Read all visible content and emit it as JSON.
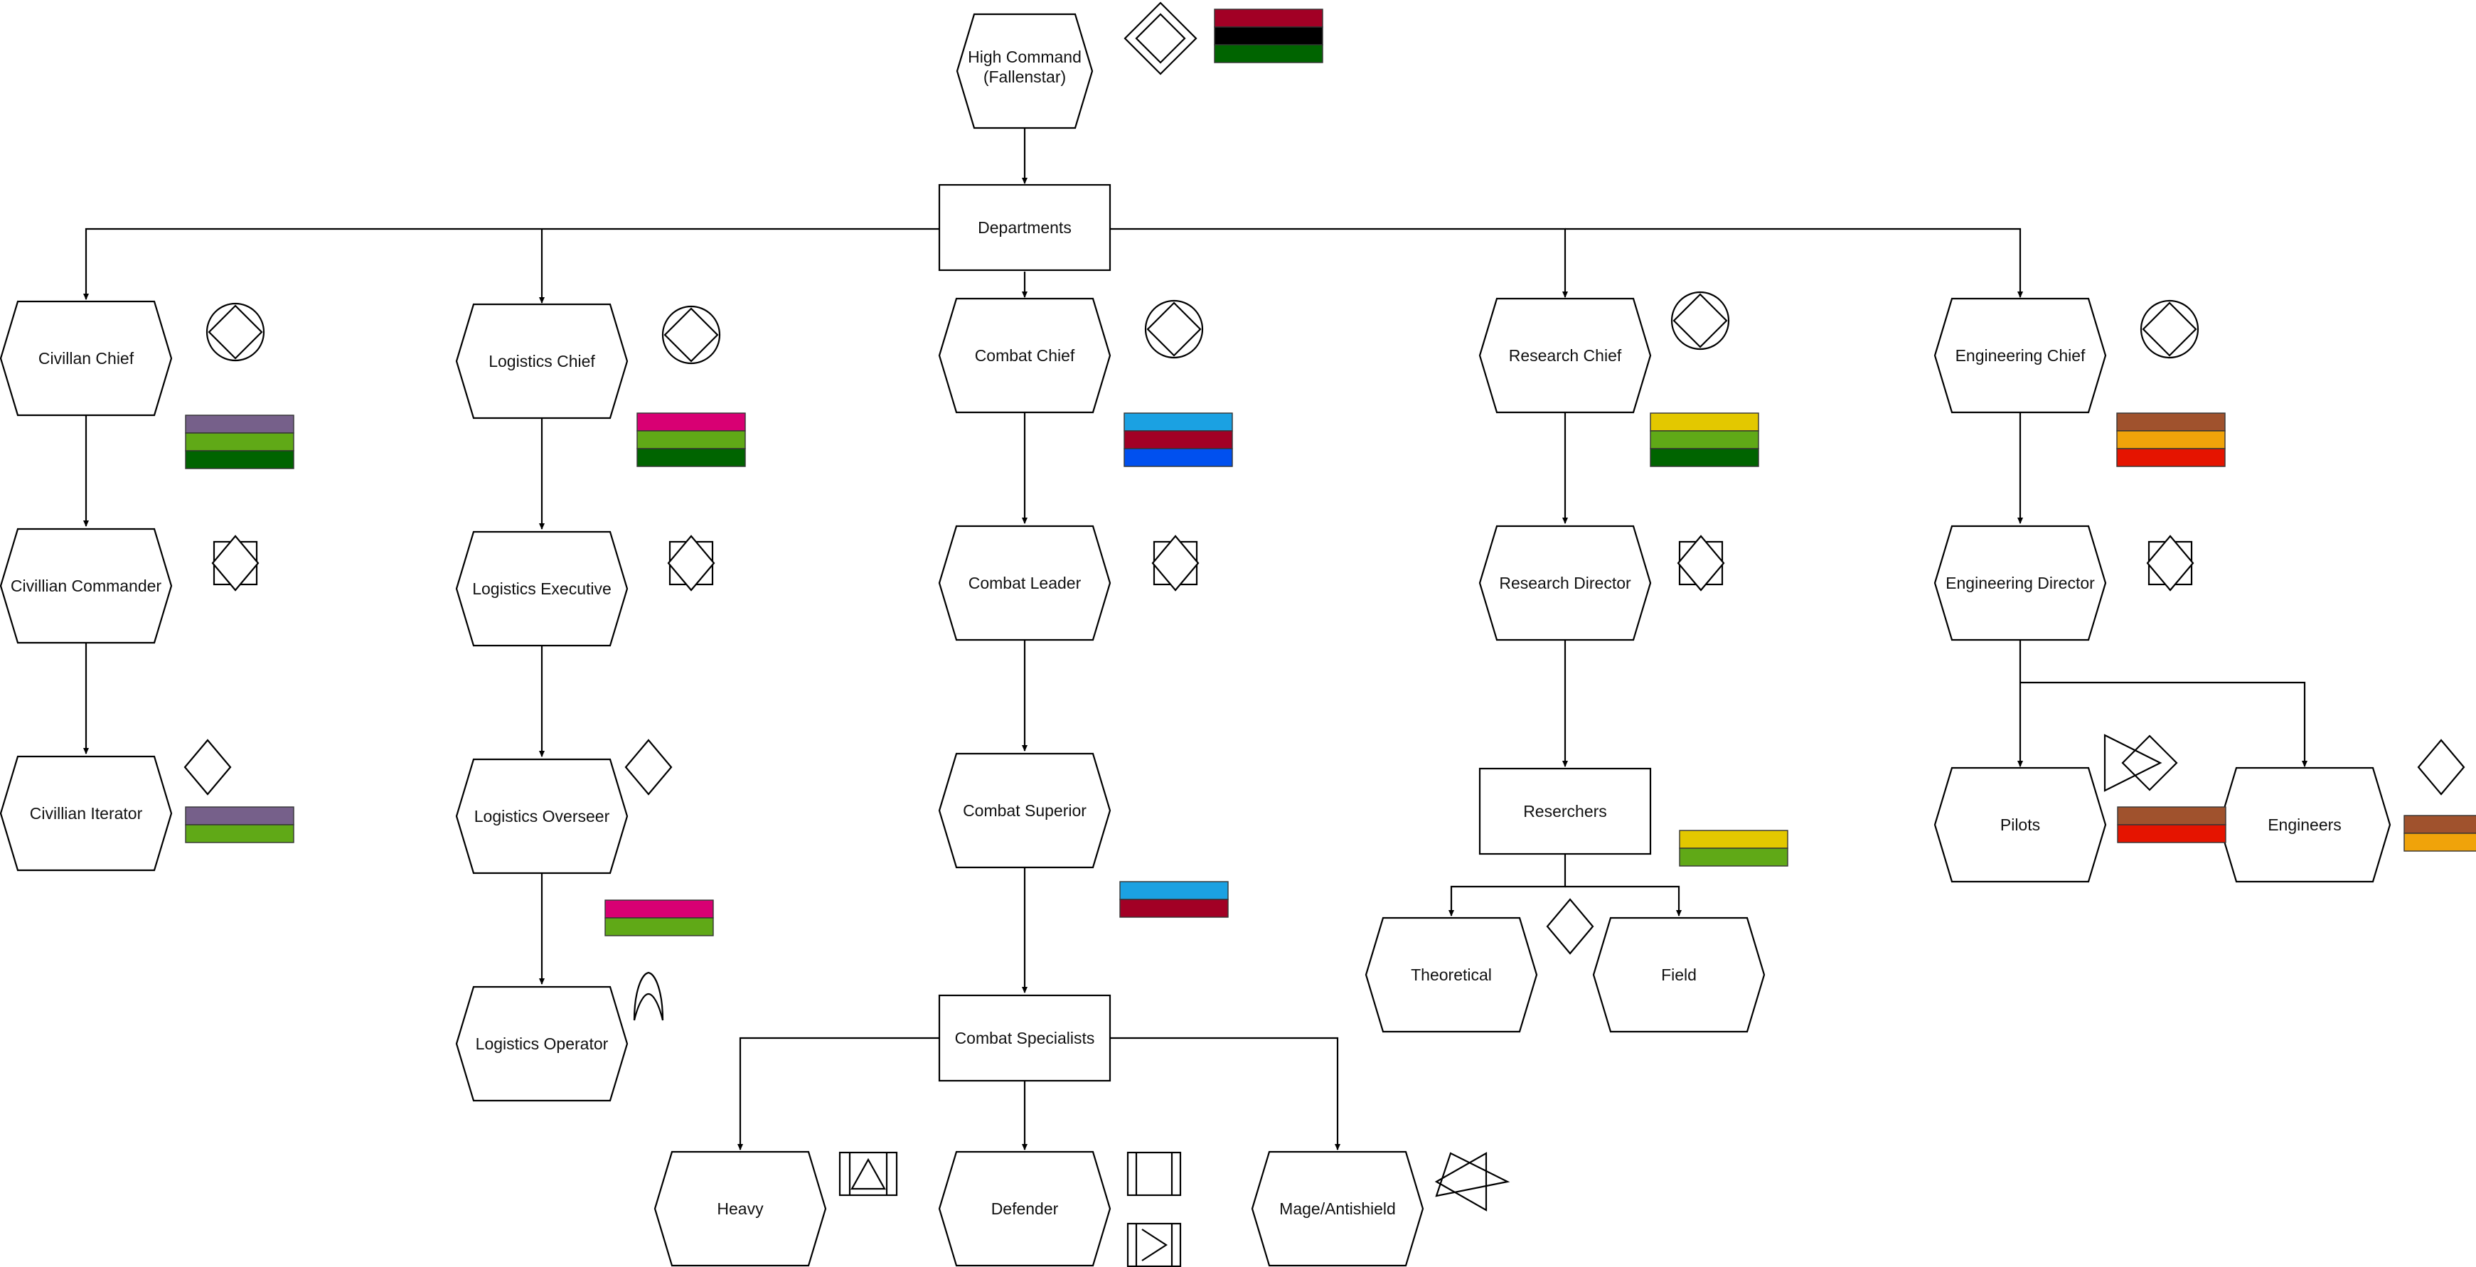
{
  "diagram": {
    "nodes": {
      "high_command": {
        "line1": "High Command",
        "line2": "(Fallenstar)"
      },
      "departments": "Departments",
      "civilian_chief": "Civillan Chief",
      "civilian_commander": "Civillian Commander",
      "civilian_iterator": "Civillian Iterator",
      "logistics_chief": "Logistics Chief",
      "logistics_executive": "Logistics Executive",
      "logistics_overseer": "Logistics Overseer",
      "logistics_operator": "Logistics Operator",
      "combat_chief": "Combat Chief",
      "combat_leader": "Combat Leader",
      "combat_superior": "Combat Superior",
      "combat_specialists": "Combat Specialists",
      "heavy": "Heavy",
      "defender": "Defender",
      "mage_antishield": "Mage/Antishield",
      "research_chief": "Research Chief",
      "research_director": "Research Director",
      "reserchers": "Reserchers",
      "theoretical": "Theoretical",
      "field": "Field",
      "engineering_chief": "Engineering Chief",
      "engineering_director": "Engineering Director",
      "pilots": "Pilots",
      "engineers": "Engineers"
    },
    "flag_colors": {
      "high_command": [
        "#a20025",
        "#000000",
        "#006400"
      ],
      "civilian_chief": [
        "#76608a",
        "#60a917",
        "#006400"
      ],
      "civilian_iterator": [
        "#76608a",
        "#60a917"
      ],
      "logistics_chief": [
        "#d80073",
        "#60a917",
        "#006400"
      ],
      "logistics_overseer": [
        "#d80073",
        "#60a917"
      ],
      "combat_chief": [
        "#1ba1e2",
        "#a20025",
        "#0050ef"
      ],
      "combat_superior": [
        "#1ba1e2",
        "#a20025"
      ],
      "research_chief": [
        "#e3c800",
        "#60a917",
        "#006400"
      ],
      "reserchers": [
        "#e3c800",
        "#60a917"
      ],
      "engineering_chief": [
        "#a0522d",
        "#f0a30a",
        "#e51400"
      ],
      "pilots": [
        "#a0522d",
        "#e51400"
      ],
      "engineers": [
        "#a0522d",
        "#f0a30a"
      ]
    },
    "rank_icons": {
      "high_command": "double-diamond-icon",
      "chief": "diamond-in-circle-icon",
      "second": "diamond-in-square-icon",
      "third": "diamond-icon",
      "logistics_operator": "arch-icon",
      "heavy": "triangle-in-box-icon",
      "defender_top": "bracket-box-icon",
      "defender_bottom": "arrowhead-in-box-icon",
      "mage": "star-of-david-icon",
      "pilots": "diamond-with-triangle-icon"
    }
  }
}
